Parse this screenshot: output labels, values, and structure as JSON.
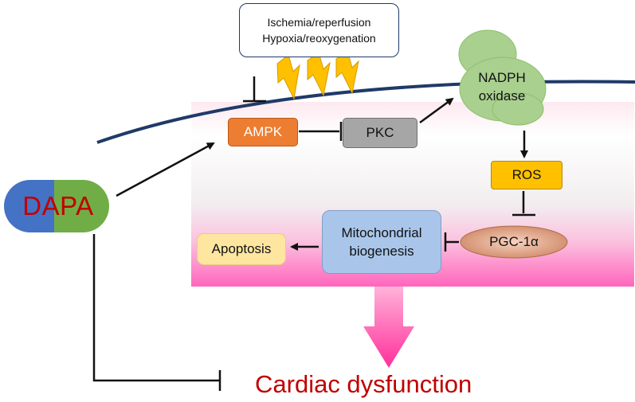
{
  "stressors": {
    "line1": "Ischemia/reperfusion",
    "line2": "Hypoxia/reoxygenation"
  },
  "nodes": {
    "ampk": "AMPK",
    "pkc": "PKC",
    "nadph_line1": "NADPH",
    "nadph_line2": "oxidase",
    "ros": "ROS",
    "pgc": "PGC-1α",
    "mito_line1": "Mitochondrial",
    "mito_line2": "biogenesis",
    "apoptosis": "Apoptosis",
    "drug": "DAPA",
    "outcome": "Cardiac dysfunction"
  },
  "colors": {
    "membrane": "#1f3a68",
    "ampk": "#ed7d31",
    "pkc": "#a6a6a6",
    "nadph": "#92d068",
    "ros": "#ffc000",
    "pgc": "#d08a6a",
    "mito": "#a9c6ea",
    "apoptosis": "#ffe6a0",
    "capsule_left": "#4472c4",
    "capsule_right": "#70ad47",
    "outcome_text": "#c00000",
    "big_arrow": "#ff3399",
    "lightning": "#ffc000"
  }
}
